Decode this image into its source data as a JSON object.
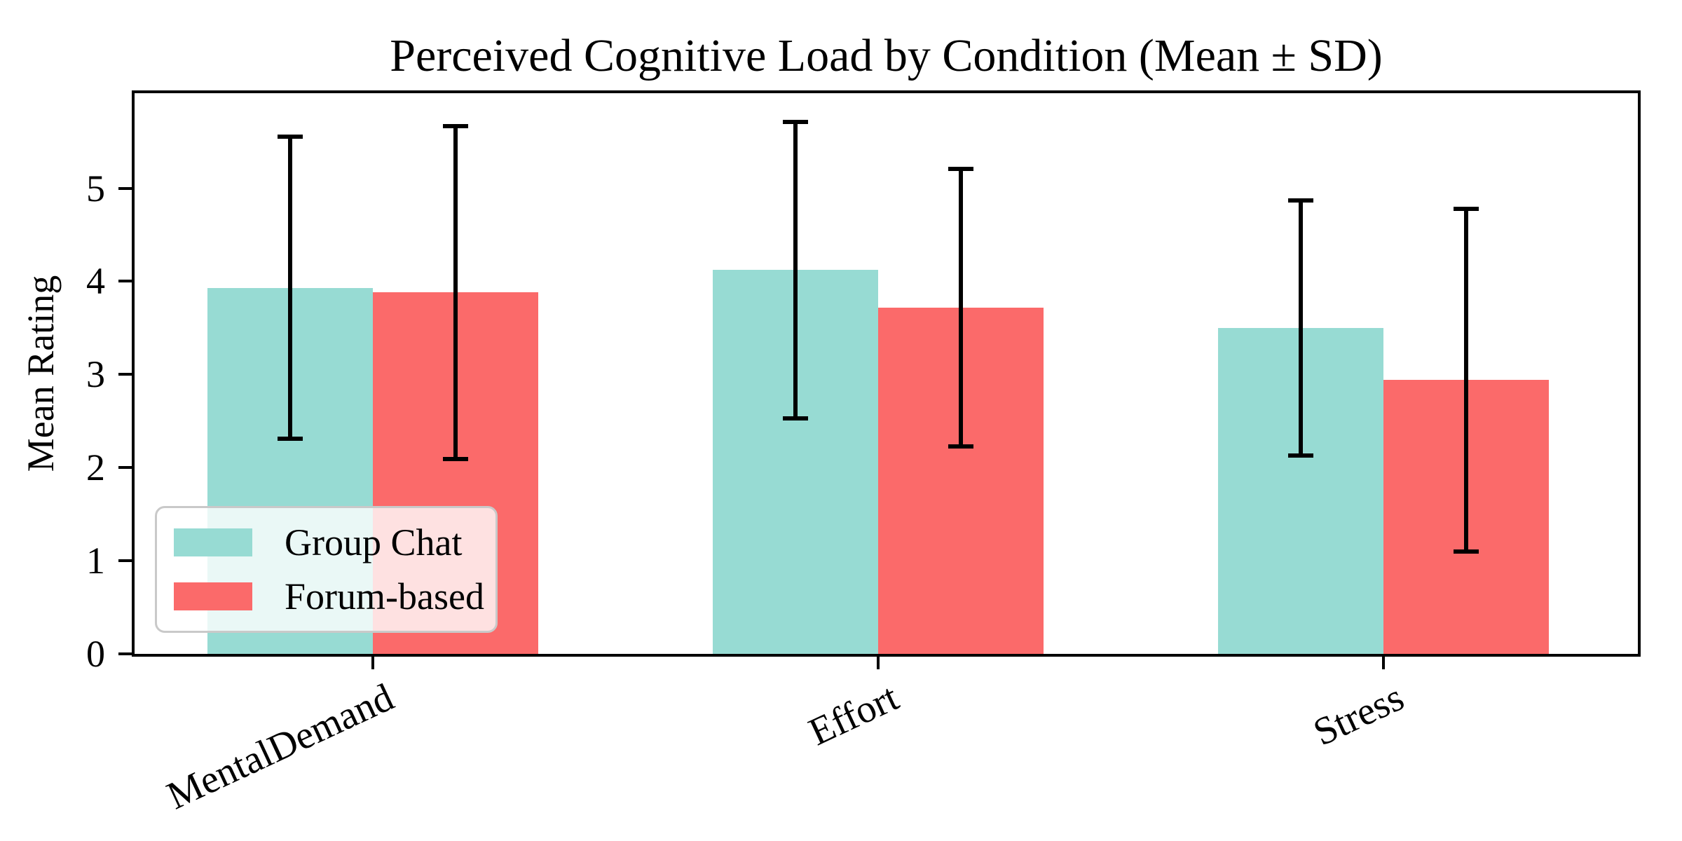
{
  "chart_data": {
    "type": "bar",
    "title": "Perceived Cognitive Load by Condition (Mean ± SD)",
    "ylabel": "Mean Rating",
    "xlabel": "",
    "categories": [
      "MentalDemand",
      "Effort",
      "Stress"
    ],
    "series": [
      {
        "name": "Group Chat",
        "color": "#97dbd3",
        "means": [
          3.93,
          4.12,
          3.5
        ],
        "sds": [
          1.62,
          1.59,
          1.37
        ]
      },
      {
        "name": "Forum-based",
        "color": "#fb6a6a",
        "means": [
          3.88,
          3.72,
          2.94
        ],
        "sds": [
          1.79,
          1.49,
          1.84
        ]
      }
    ],
    "error_bars": "mean ± SD, black capped whiskers",
    "yticks": [
      0,
      1,
      2,
      3,
      4,
      5
    ],
    "ylim": [
      0,
      6.02
    ],
    "xtick_rotation_deg": 25,
    "legend_position": "lower left",
    "grid": "off",
    "axis_color": "#000000",
    "legend_border_color": "#c9c9c9"
  }
}
